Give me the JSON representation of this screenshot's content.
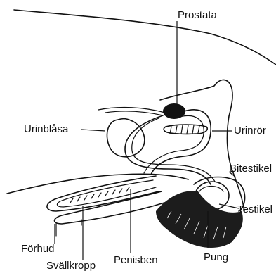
{
  "colors": {
    "ink": "#111111",
    "background": "#ffffff",
    "fur": "#1c1c1c"
  },
  "labels": {
    "prostata": "Prostata",
    "urinblasa": "Urinblåsa",
    "urinror": "Urinrör",
    "bitestikel": "Bitestikel",
    "testikel": "Testikel",
    "forhud": "Förhud",
    "svallkropp": "Svällkropp",
    "penisben": "Penisben",
    "pung": "Pung"
  }
}
